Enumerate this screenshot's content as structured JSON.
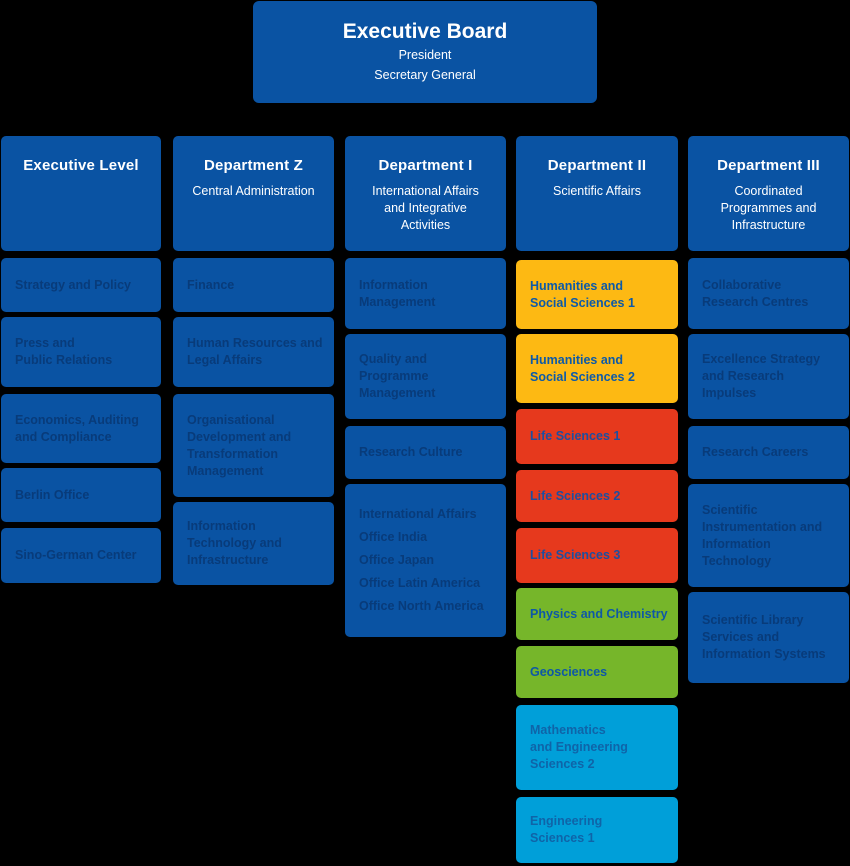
{
  "palette": {
    "background": "#000000",
    "blue": "#0a53a3",
    "blue_text": "#083b7a",
    "yellow": "#fdb913",
    "red": "#e6391d",
    "green": "#76b62a",
    "light_blue": "#009fd9",
    "white": "#ffffff"
  },
  "executive_board": {
    "title": "Executive Board",
    "lines": [
      "President",
      "Secretary General"
    ]
  },
  "columns": [
    {
      "title": "Executive Level",
      "subtitle": "",
      "boxes": [
        {
          "label": "Strategy and Policy"
        },
        {
          "label": "Press and\nPublic Relations"
        },
        {
          "label": "Economics, Auditing\nand Compliance"
        },
        {
          "label": "Berlin Office"
        },
        {
          "label": "Sino-German Center"
        }
      ]
    },
    {
      "title": "Department Z",
      "subtitle": "Central Administration",
      "boxes": [
        {
          "label": "Finance"
        },
        {
          "label": "Human Resources and\nLegal Affairs"
        },
        {
          "label": "Organisational\nDevelopment and\nTransformation\nManagement"
        },
        {
          "label": "Information\nTechnology and\nInfrastructure"
        }
      ]
    },
    {
      "title": "Department I",
      "subtitle": "International Affairs\nand Integrative\nActivities",
      "boxes": [
        {
          "label": "Information\nManagement"
        },
        {
          "label": "Quality and\nProgramme\nManagement"
        },
        {
          "label": "Research Culture"
        },
        {
          "label": "International Affairs",
          "items": [
            "Office India",
            "Office Japan",
            "Office Latin America",
            "Office North America"
          ]
        }
      ]
    },
    {
      "title": "Department II",
      "subtitle": "Scientific Affairs",
      "boxes": [
        {
          "label": "Humanities and\nSocial Sciences 1",
          "color": "yellow"
        },
        {
          "label": "Humanities and\nSocial Sciences 2",
          "color": "yellow"
        },
        {
          "label": "Life Sciences 1",
          "color": "red"
        },
        {
          "label": "Life Sciences 2",
          "color": "red"
        },
        {
          "label": "Life Sciences 3",
          "color": "red"
        },
        {
          "label": "Physics and Chemistry",
          "color": "green"
        },
        {
          "label": "Geosciences",
          "color": "green"
        },
        {
          "label": "Mathematics\nand Engineering\nSciences 2",
          "color": "lightblue"
        },
        {
          "label": "Engineering\nSciences 1",
          "color": "lightblue"
        }
      ]
    },
    {
      "title": "Department III",
      "subtitle": "Coordinated\nProgrammes and\nInfrastructure",
      "boxes": [
        {
          "label": "Collaborative\nResearch Centres"
        },
        {
          "label": "Excellence Strategy\nand Research\nImpulses"
        },
        {
          "label": "Research Careers"
        },
        {
          "label": "Scientific\nInstrumentation and\nInformation\nTechnology"
        },
        {
          "label": "Scientific Library\nServices and\nInformation Systems"
        }
      ]
    }
  ]
}
